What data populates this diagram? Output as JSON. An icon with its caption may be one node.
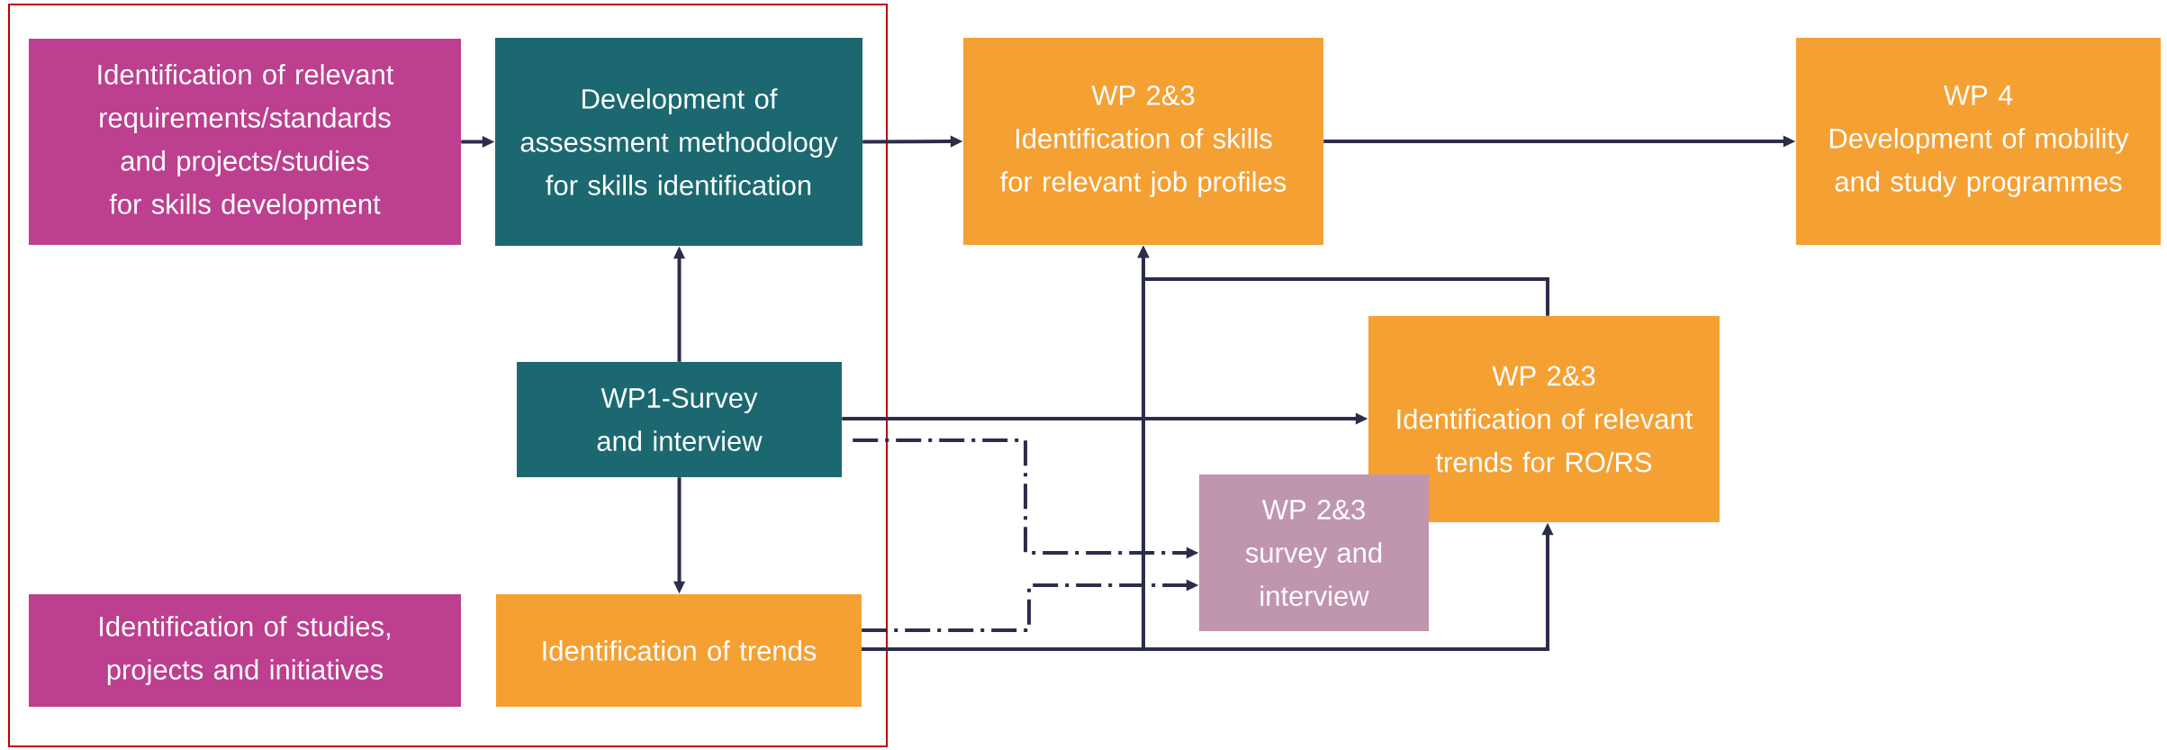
{
  "diagram": {
    "nodes": [
      {
        "text": [],
        "shape": "box"
      },
      {
        "text": [
          "Identification of relevant requirements/standards and projects/studies for skills development"
        ],
        "in": 0
      },
      {
        "text": [
          "Development of assessment methodology for skills identification"
        ],
        "in": 0
      },
      {
        "text": [
          "WP1-Survey and interview"
        ],
        "in": 0
      },
      {
        "text": [
          "Identification of studies, projects and initiatives"
        ],
        "in": 0
      },
      {
        "text": [
          "Identification of trends"
        ],
        "in": 0
      },
      {
        "text": [
          "WP 2&3",
          "Identification of skills for relevant job profiles"
        ]
      },
      {
        "text": [
          "WP 4",
          "Development of mobility and study programmes"
        ]
      },
      {
        "text": [
          "WP 2&3",
          "Identification of relevant trends for RO/RS"
        ]
      },
      {
        "text": [
          "WP 2&3",
          "survey and interview"
        ]
      }
    ],
    "edges": [
      {
        "from": 1,
        "to": 2,
        "arrow": "to"
      },
      {
        "from": 2,
        "to": 6,
        "arrow": "to"
      },
      {
        "from": 6,
        "to": 7,
        "arrow": "to"
      },
      {
        "from": 3,
        "to": 2,
        "arrow": "to"
      },
      {
        "from": 3,
        "to": 5,
        "arrow": "to"
      },
      {
        "from": 3,
        "to": 8,
        "arrow": "to"
      },
      {
        "from": 3,
        "to": 9,
        "arrow": "to",
        "style": "dashed"
      },
      {
        "from": 5,
        "to": 9,
        "arrow": "to",
        "style": "dashed"
      },
      {
        "from": 5,
        "to": 6,
        "arrow": "to"
      },
      {
        "from": 5,
        "to": 8,
        "arrow": "to"
      },
      {
        "from": 8,
        "to": 6,
        "arrow": "to"
      }
    ]
  }
}
